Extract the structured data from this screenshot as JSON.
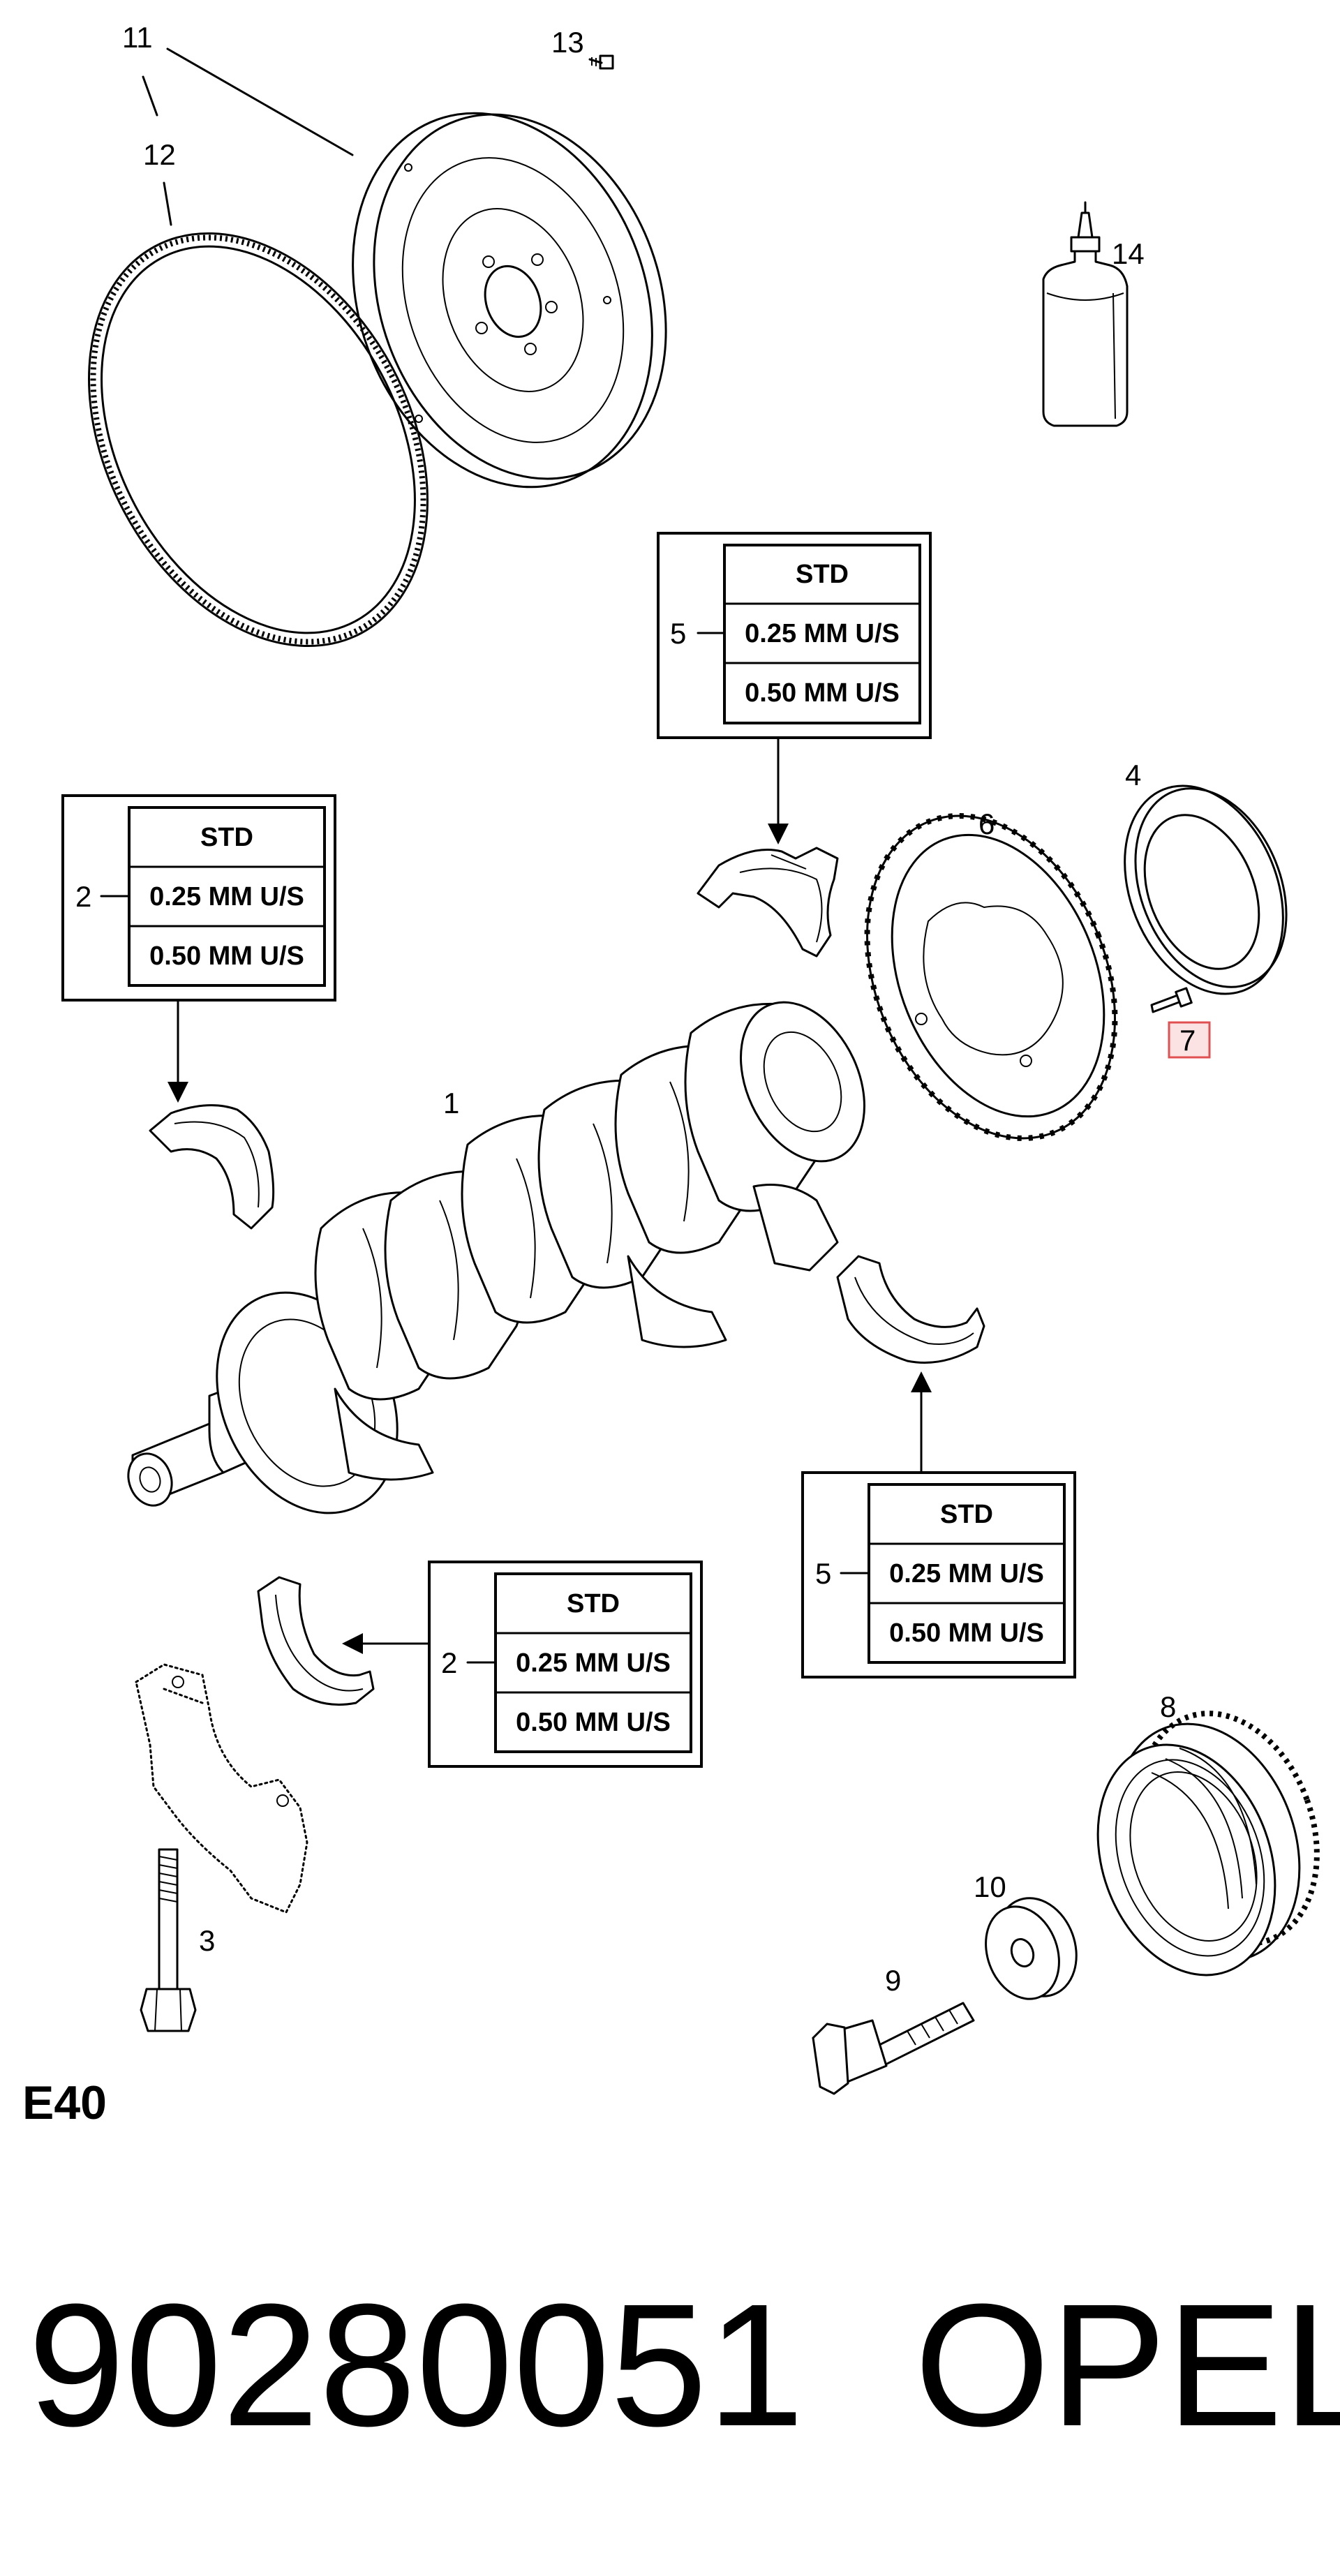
{
  "callouts": {
    "n1": "1",
    "n2": "2",
    "n3": "3",
    "n4": "4",
    "n5": "5",
    "n6": "6",
    "n7": "7",
    "n8": "8",
    "n9": "9",
    "n10": "10",
    "n11": "11",
    "n12": "12",
    "n13": "13",
    "n14": "14"
  },
  "bearing_table": {
    "row_std": "STD",
    "row_025": "0.25  MM U/S",
    "row_050": "0.50  MM U/S"
  },
  "highlight_color": "#e05050",
  "section_code": "E40",
  "part_number": "90280051",
  "brand": "OPEL"
}
